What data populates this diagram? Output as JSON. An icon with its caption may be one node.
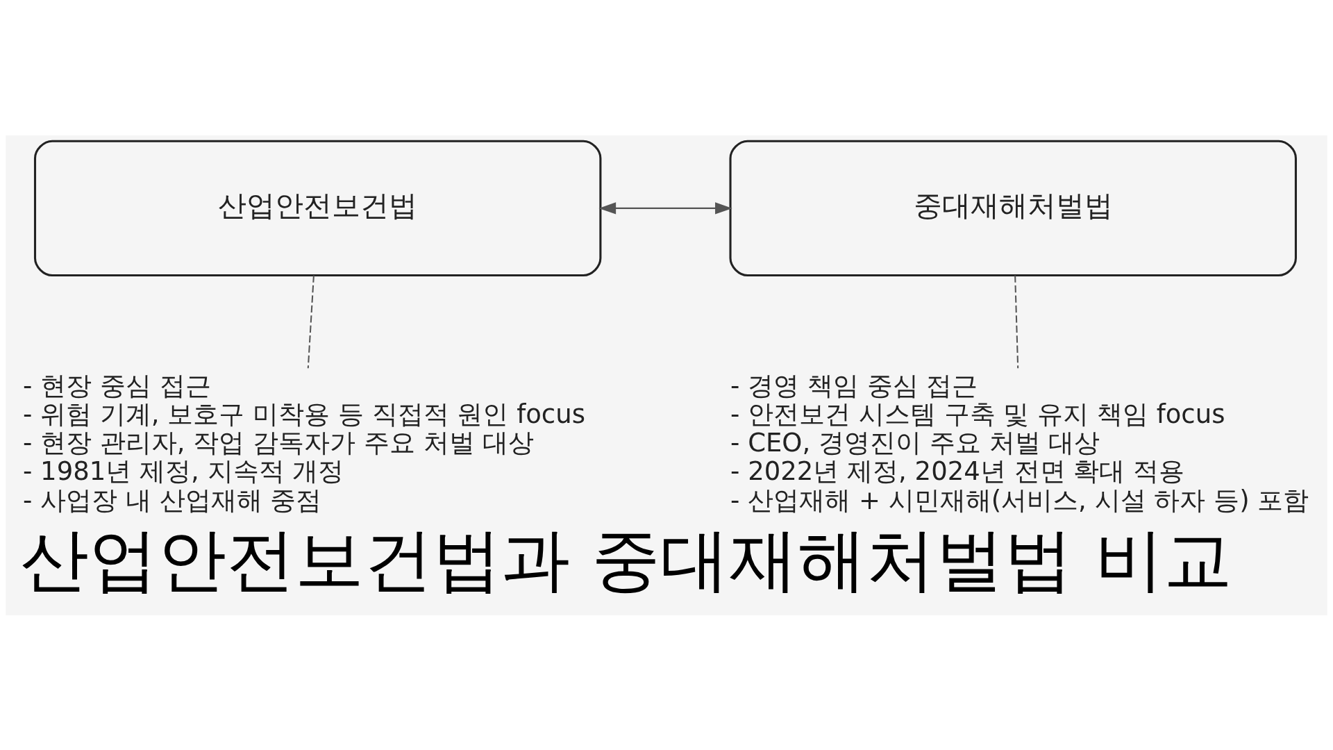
{
  "diagram": {
    "title": "산업안전보건법과 중대재해처벌법 비교",
    "nodes": [
      {
        "text": [
          "산업안전보건법"
        ]
      },
      {
        "text": [
          "중대재해처벌법"
        ]
      },
      {
        "text": [
          "- 현장 중심 접근",
          "- 위험 기계, 보호구 미착용 등 직접적 원인 focus",
          "- 현장 관리자, 작업 감독자가 주요 처벌 대상",
          "- 1981년 제정, 지속적 개정",
          "- 사업장 내 산업재해 중점"
        ]
      },
      {
        "text": [
          "- 경영 책임 중심 접근",
          "- 안전보건 시스템 구축 및 유지 책임 focus",
          "- CEO, 경영진이 주요 처벌 대상",
          "- 2022년 제정, 2024년 전면 확대 적용",
          "- 산업재해 + 시민재해(서비스, 시설 하자 등) 포함"
        ]
      }
    ],
    "edges": [
      {
        "from": 0,
        "to": 1,
        "arrow": "both"
      },
      {
        "from": 0,
        "to": 2,
        "arrow": "none",
        "style": "dashed"
      },
      {
        "from": 1,
        "to": 3,
        "arrow": "none",
        "style": "dashed"
      }
    ]
  }
}
